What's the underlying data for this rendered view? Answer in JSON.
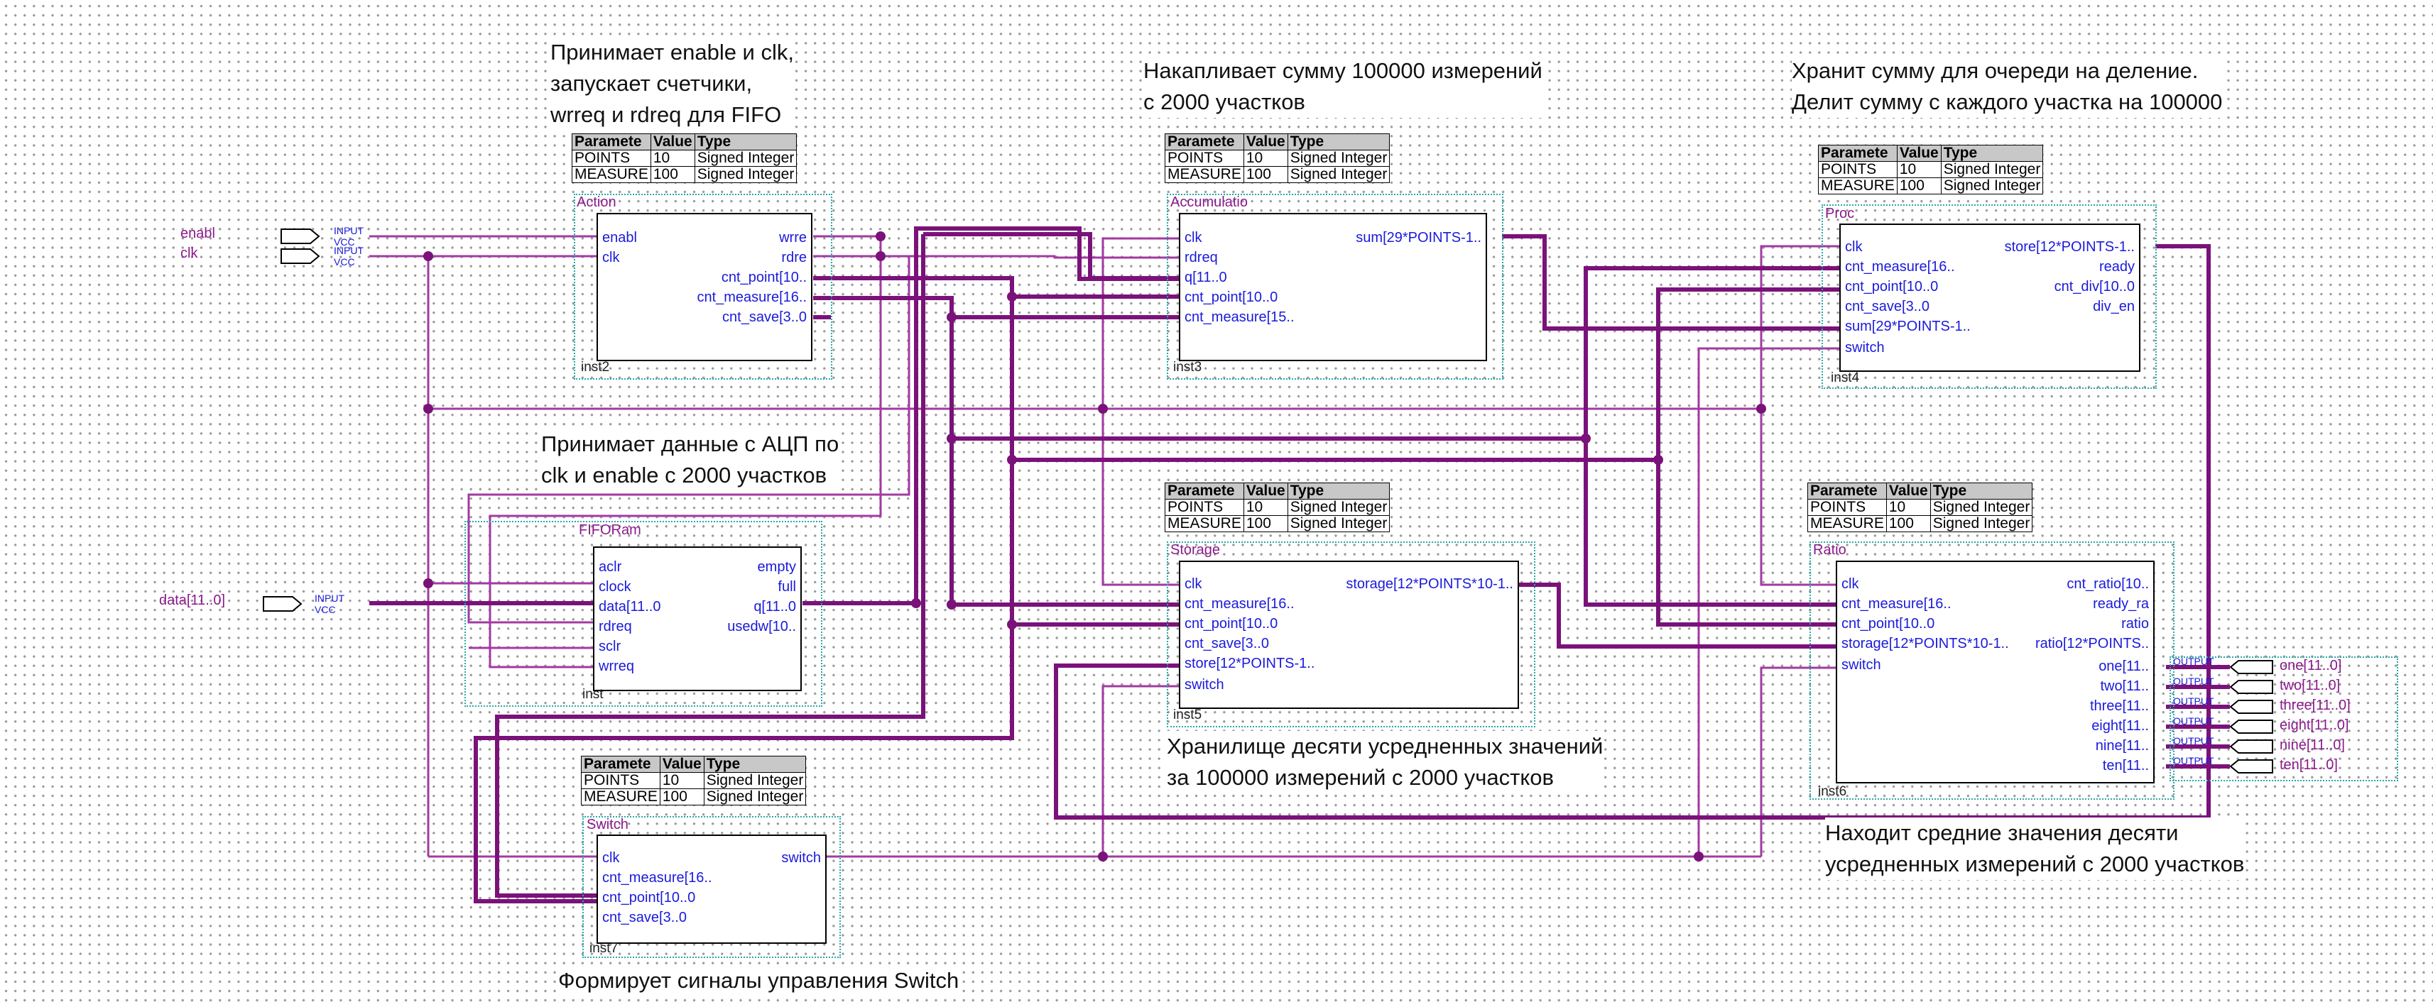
{
  "notes": {
    "action": "Принимает enable и clk,\nзапускает счетчики,\nwrreq и rdreq для FIFO",
    "accum": "Накапливает сумму 100000 измерений\nс 2000 участков",
    "proc": "Хранит сумму для очереди на деление.\nДелит сумму с каждого участка на 100000",
    "fifo": "Принимает данные с АЦП по\nclk и enable с 2000 участков",
    "storage": "Хранилище десяти усредненных значений\nза 100000 измерений с 2000 участков",
    "ratio": "Находит средние значения десяти\nусредненных измерений с 2000 участков",
    "switch": "Формирует сигналы управления Switch"
  },
  "param_header": {
    "p": "Paramete",
    "v": "Value",
    "t": "Type"
  },
  "params": [
    {
      "p": "POINTS",
      "v": "10",
      "t": "Signed Integer"
    },
    {
      "p": "MEASURE",
      "v": "100",
      "t": "Signed Integer"
    }
  ],
  "blocks": {
    "action": {
      "name": "Action",
      "inst": "inst2",
      "in": [
        "enabl",
        "clk"
      ],
      "out": [
        "wrre",
        "rdre",
        "cnt_point[10..",
        "cnt_measure[16..",
        "cnt_save[3..0"
      ]
    },
    "accum": {
      "name": "Accumulatio",
      "inst": "inst3",
      "in": [
        "clk",
        "rdreq",
        "q[11..0",
        "cnt_point[10..0",
        "cnt_measure[15.."
      ],
      "out": [
        "sum[29*POINTS-1.."
      ]
    },
    "proc": {
      "name": "Proc",
      "inst": "inst4",
      "in": [
        "clk",
        "cnt_measure[16..",
        "cnt_point[10..0",
        "cnt_save[3..0",
        "sum[29*POINTS-1..",
        "switch"
      ],
      "out": [
        "store[12*POINTS-1..",
        "ready",
        "cnt_div[10..0",
        "div_en"
      ]
    },
    "fifo": {
      "name": "FIFORam",
      "inst": "inst",
      "in": [
        "aclr",
        "clock",
        "data[11..0",
        "rdreq",
        "sclr",
        "wrreq"
      ],
      "out": [
        "empty",
        "full",
        "q[11..0",
        "usedw[10.."
      ]
    },
    "storage": {
      "name": "Storage",
      "inst": "inst5",
      "in": [
        "clk",
        "cnt_measure[16..",
        "cnt_point[10..0",
        "cnt_save[3..0",
        "store[12*POINTS-1..",
        "switch"
      ],
      "out": [
        "storage[12*POINTS*10-1.."
      ]
    },
    "ratio": {
      "name": "Ratio",
      "inst": "inst6",
      "in": [
        "clk",
        "cnt_measure[16..",
        "cnt_point[10..0",
        "storage[12*POINTS*10-1..",
        "switch"
      ],
      "out": [
        "cnt_ratio[10..",
        "ready_ra",
        "ratio",
        "ratio[12*POINTS..",
        "one[11..",
        "two[11..",
        "three[11..",
        "eight[11..",
        "nine[11..",
        "ten[11.."
      ]
    },
    "switch": {
      "name": "Switch",
      "inst": "inst7",
      "in": [
        "clk",
        "cnt_measure[16..",
        "cnt_point[10..0",
        "cnt_save[3..0"
      ],
      "out": [
        "switch"
      ]
    }
  },
  "inputs": [
    {
      "name": "enabl",
      "type": "INPUT",
      "vcc": "VCC"
    },
    {
      "name": "clk",
      "type": "INPUT",
      "vcc": "VCC"
    },
    {
      "name": "data[11..0]",
      "type": "INPUT",
      "vcc": "VCC"
    }
  ],
  "outputs": [
    {
      "name": "one[11..0]",
      "type": "OUTPUT"
    },
    {
      "name": "two[11..0]",
      "type": "OUTPUT"
    },
    {
      "name": "three[11..0]",
      "type": "OUTPUT"
    },
    {
      "name": "eight[11..0]",
      "type": "OUTPUT"
    },
    {
      "name": "nine[11..0]",
      "type": "OUTPUT"
    },
    {
      "name": "ten[11..0]",
      "type": "OUTPUT"
    }
  ],
  "colors": {
    "wire": "#8b1a8b",
    "bus": "#7a127a",
    "pin_text": "#1a1adc",
    "frame": "#2aa8a8",
    "grid": "#9a9a9a"
  }
}
